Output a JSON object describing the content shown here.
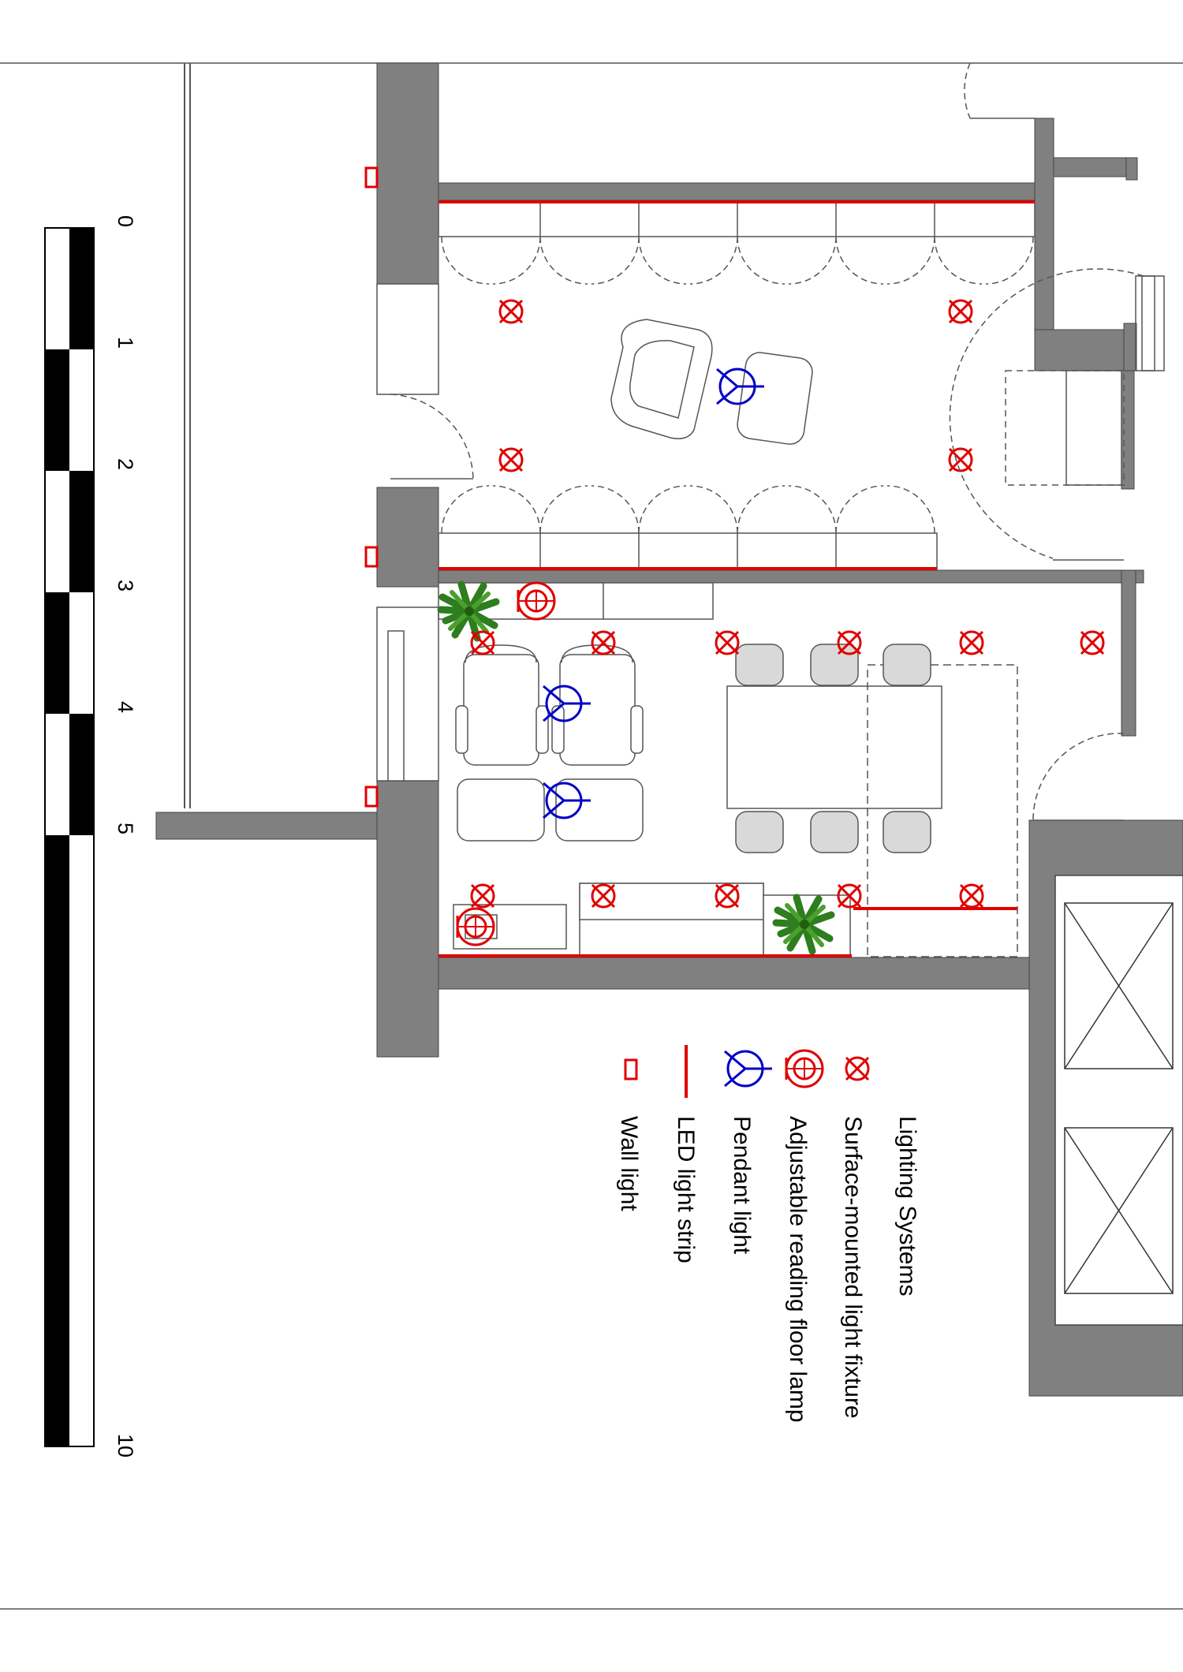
{
  "scale_bar": {
    "labels": [
      "0",
      "1",
      "2",
      "3",
      "4",
      "5",
      "10"
    ]
  },
  "legend": {
    "title": "Lighting Systems",
    "items": [
      {
        "icon": "surface-mounted-light-icon",
        "label": "Surface-mounted light fixture"
      },
      {
        "icon": "floor-lamp-icon",
        "label": "Adjustable reading floor lamp"
      },
      {
        "icon": "pendant-light-icon",
        "label": "Pendant light"
      },
      {
        "icon": "led-strip-icon",
        "label": "LED light strip"
      },
      {
        "icon": "wall-light-icon",
        "label": "Wall light"
      }
    ]
  },
  "colors": {
    "wall": "#808080",
    "lighting_red": "#e00000",
    "pendant_blue": "#0000c8",
    "plant_green": "#2e7d1e",
    "chair_fill": "#d9d9d9"
  }
}
